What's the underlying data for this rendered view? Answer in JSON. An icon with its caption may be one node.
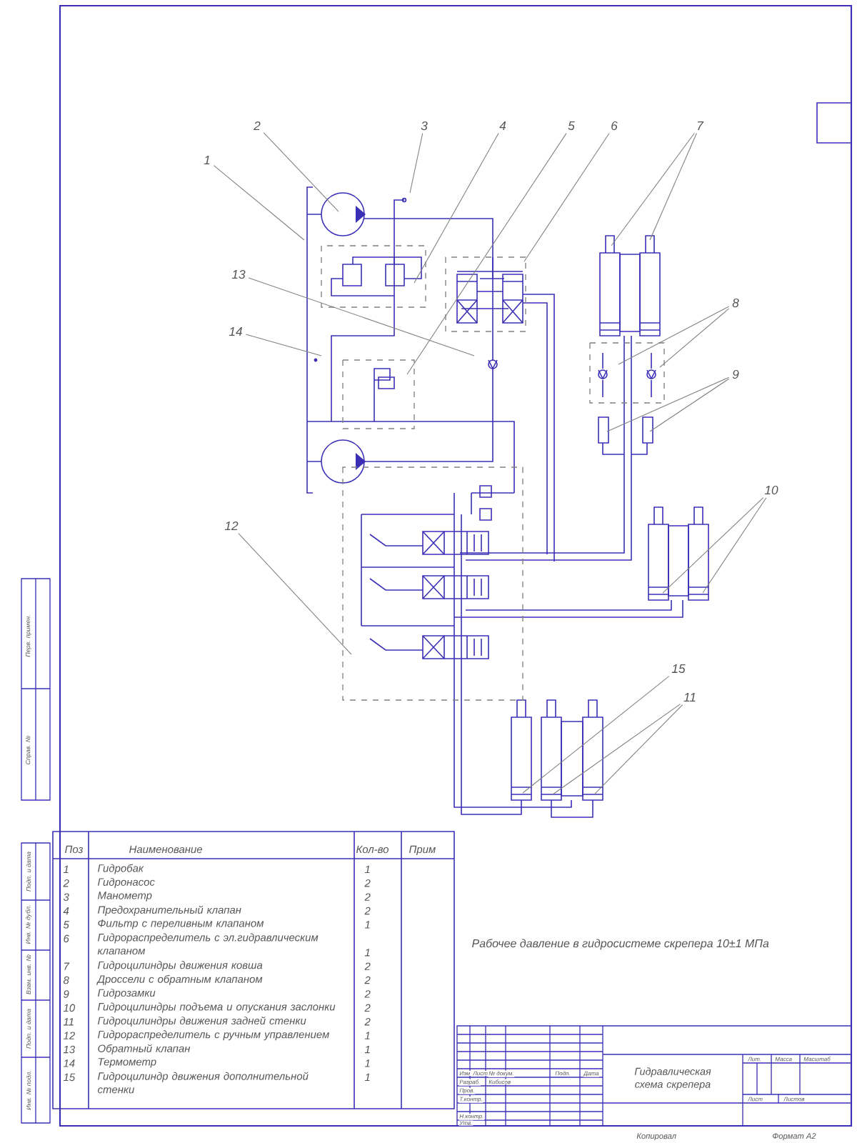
{
  "diagram": {
    "nodes": [
      {
        "text": [
          "2"
        ]
      },
      {
        "text": [
          "3"
        ]
      },
      {
        "text": [
          "4"
        ]
      },
      {
        "text": [
          "5"
        ]
      },
      {
        "text": [
          "6"
        ]
      },
      {
        "text": [
          "7"
        ]
      },
      {
        "text": [
          "1"
        ]
      },
      {
        "text": [
          "13"
        ]
      },
      {
        "text": [
          "8"
        ]
      },
      {
        "text": [
          "14"
        ]
      },
      {
        "text": [
          "9"
        ]
      },
      {
        "text": [
          "10"
        ]
      },
      {
        "text": [
          "12"
        ]
      },
      {
        "text": [
          "15"
        ]
      },
      {
        "text": [
          "11"
        ]
      }
    ],
    "edges": [
      {
        "from": 0,
        "to": null,
        "arrow": "none"
      },
      {
        "from": 1,
        "to": null,
        "arrow": "none"
      },
      {
        "from": 2,
        "to": null,
        "arrow": "none"
      },
      {
        "from": 3,
        "to": null,
        "arrow": "none"
      },
      {
        "from": 4,
        "to": null,
        "arrow": "none"
      },
      {
        "from": 5,
        "to": null,
        "arrow": "none"
      },
      {
        "from": 5,
        "to": null,
        "arrow": "none"
      },
      {
        "from": 6,
        "to": null,
        "arrow": "none"
      },
      {
        "from": 7,
        "to": null,
        "arrow": "none"
      },
      {
        "from": 8,
        "to": null,
        "arrow": "none"
      },
      {
        "from": 8,
        "to": null,
        "arrow": "none"
      },
      {
        "from": 9,
        "to": null,
        "arrow": "none"
      },
      {
        "from": 10,
        "to": null,
        "arrow": "none"
      },
      {
        "from": 10,
        "to": null,
        "arrow": "none"
      },
      {
        "from": 11,
        "to": null,
        "arrow": "none"
      },
      {
        "from": 11,
        "to": null,
        "arrow": "none"
      },
      {
        "from": 12,
        "to": null,
        "arrow": "none"
      },
      {
        "from": 13,
        "to": null,
        "arrow": "none"
      },
      {
        "from": 14,
        "to": null,
        "arrow": "none"
      },
      {
        "from": 14,
        "to": null,
        "arrow": "none"
      }
    ],
    "labels": [
      "Поз",
      "Наименование",
      "Кол-во",
      "Прим",
      "1",
      "Гидробак",
      "1",
      "2",
      "Гидронасос",
      "2",
      "3",
      "Манометр",
      "2",
      "4",
      "Предохранительный клапан",
      "2",
      "5",
      "Фильтр с переливным клапаном",
      "1",
      "6",
      "Гидрораспределитель с эл.гидравлическим клапаном",
      "1",
      "7",
      "Гидроцилиндры движения ковша",
      "2",
      "8",
      "Дроссели с обратным клапаном",
      "2",
      "9",
      "Гидрозамки",
      "2",
      "10",
      "Гидроцилиндры подъема и опускания заслонки",
      "2",
      "11",
      "Гидроцилиндры движения задней стенки",
      "2",
      "12",
      "Гидрораспределитель с ручным управлением",
      "1",
      "13",
      "Обратный клапан",
      "1",
      "14",
      "Термометр",
      "1",
      "15",
      "Гидроцилиндр движения дополнительной стенки",
      "1",
      "Рабочее давление в гидросистеме скрепера 10±1 МПа",
      "Изм",
      "Лист",
      "№ докум.",
      "Подп.",
      "Дата",
      "Разраб.",
      "Кибисов",
      "Пров.",
      "Т.контр.",
      "Н.контр.",
      "Утв.",
      "Гидравлическая схема скрепера",
      "Лит.",
      "Масса",
      "Масштаб",
      "Лист",
      "Листов",
      "Копировал",
      "Формат A2",
      "Перв. примен.",
      "Справ. №",
      "Подп. и дата",
      "Инв. № дубл.",
      "Взам. инв. №",
      "Подп. и дата",
      "Инв. № подл."
    ]
  }
}
